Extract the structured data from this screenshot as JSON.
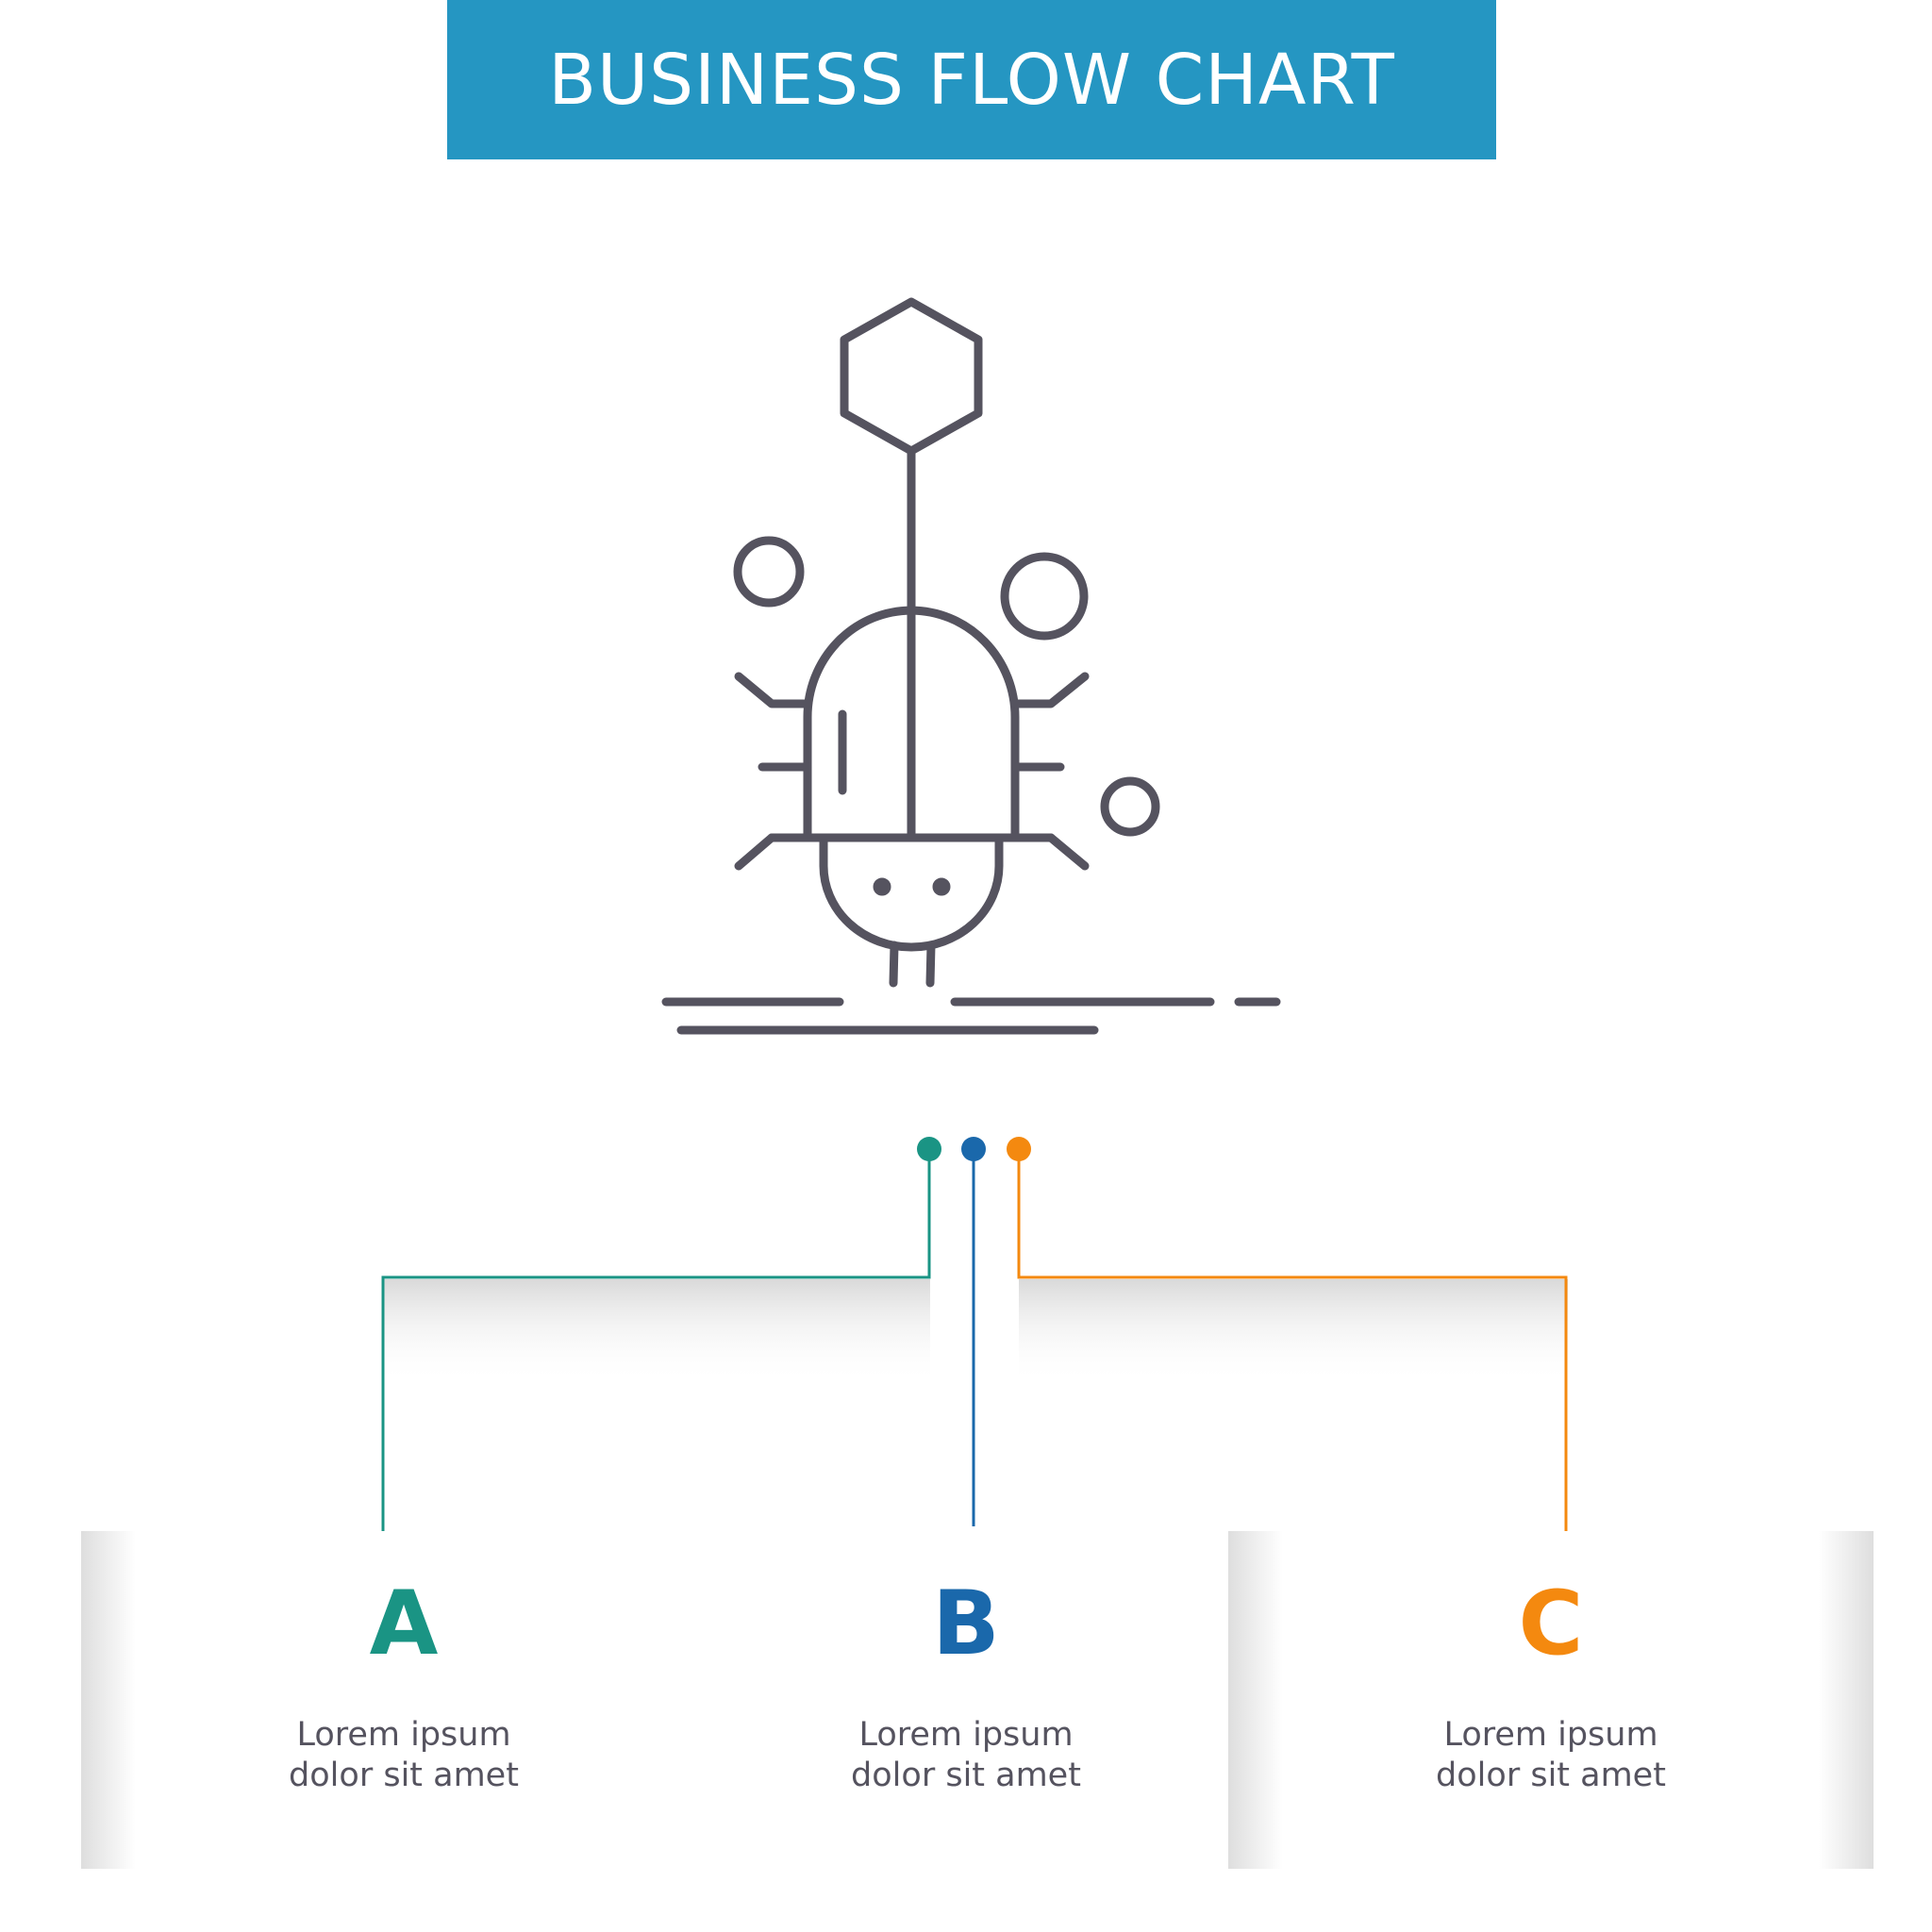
{
  "title": "BUSINESS FLOW CHART",
  "colors": {
    "banner": "#2596c2",
    "icon_stroke": "#55535f",
    "text": "#55535f",
    "a": "#1a9484",
    "b": "#1a68ab",
    "c": "#f4890f"
  },
  "icon": {
    "name": "bug-debug-icon"
  },
  "options": [
    {
      "letter": "A",
      "line1": "Lorem ipsum",
      "line2": "dolor sit amet"
    },
    {
      "letter": "B",
      "line1": "Lorem ipsum",
      "line2": "dolor sit amet"
    },
    {
      "letter": "C",
      "line1": "Lorem ipsum",
      "line2": "dolor sit amet"
    }
  ]
}
